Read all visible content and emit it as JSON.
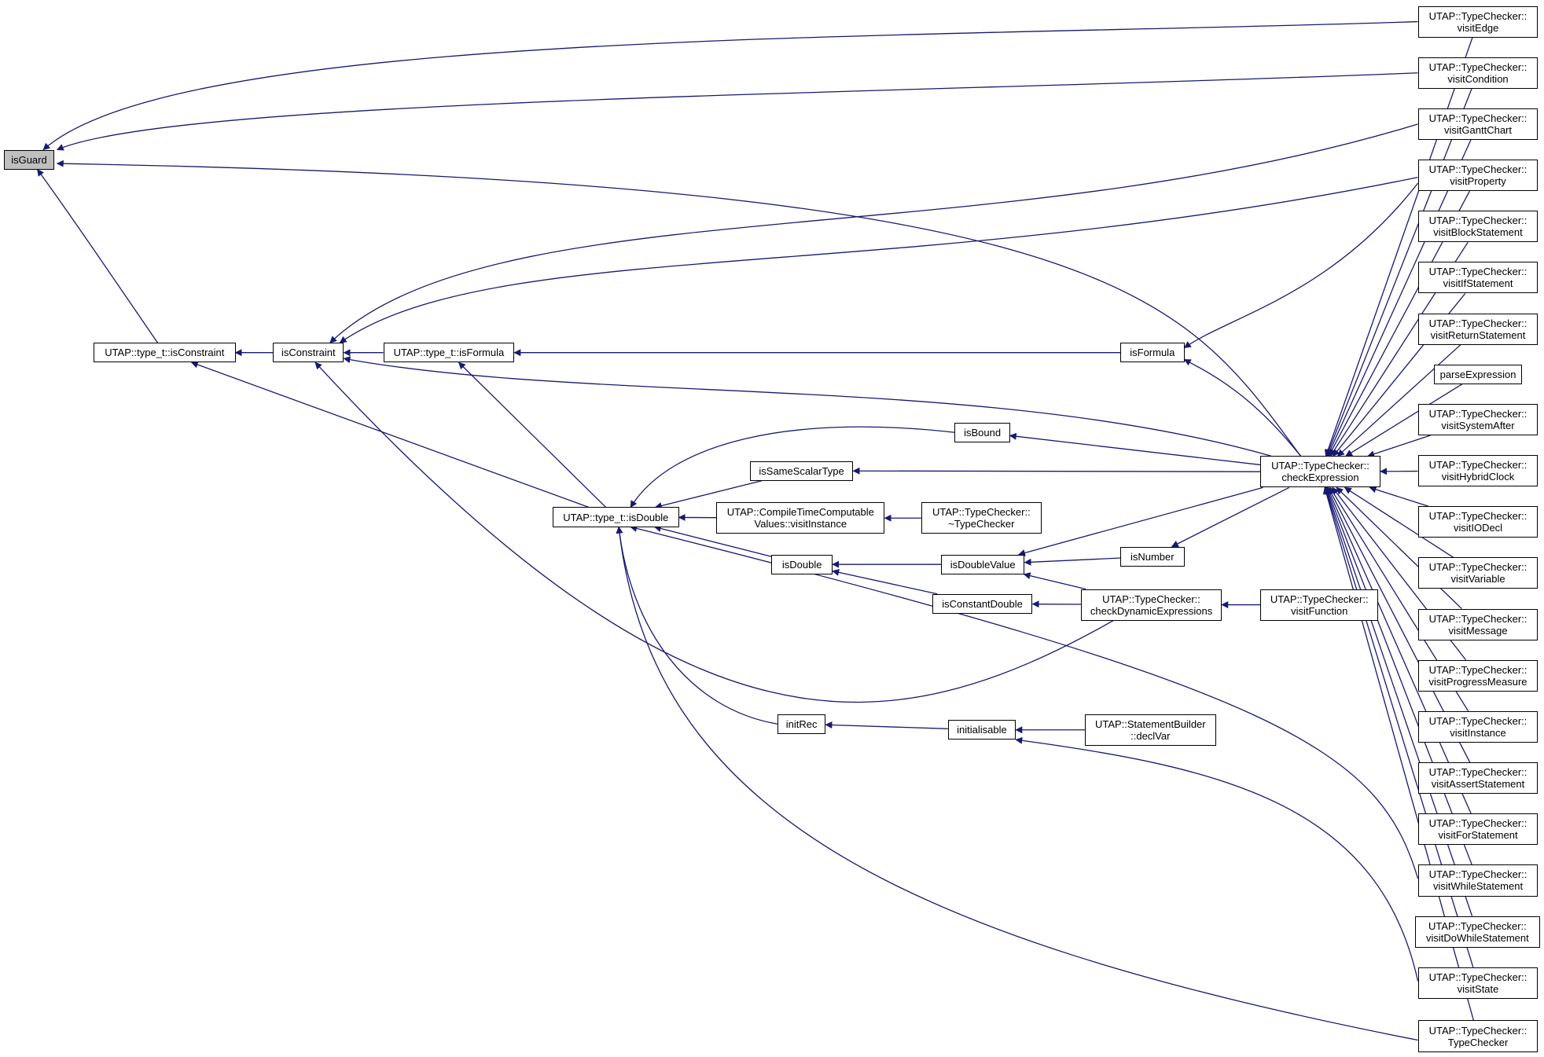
{
  "graph": {
    "nodes": [
      {
        "id": "isGuard",
        "lines": [
          "isGuard"
        ],
        "root": true
      },
      {
        "id": "type_isConstraint",
        "lines": [
          "UTAP::type_t::isConstraint"
        ]
      },
      {
        "id": "isConstraint",
        "lines": [
          "isConstraint"
        ]
      },
      {
        "id": "type_isFormula",
        "lines": [
          "UTAP::type_t::isFormula"
        ]
      },
      {
        "id": "isFormula",
        "lines": [
          "isFormula"
        ]
      },
      {
        "id": "type_isDouble",
        "lines": [
          "UTAP::type_t::isDouble"
        ]
      },
      {
        "id": "isBound",
        "lines": [
          "isBound"
        ]
      },
      {
        "id": "isSameScalarType",
        "lines": [
          "isSameScalarType"
        ]
      },
      {
        "id": "ctcv_visitInstance",
        "lines": [
          "UTAP::CompileTimeComputable",
          "Values::visitInstance"
        ]
      },
      {
        "id": "tc_dtor",
        "lines": [
          "UTAP::TypeChecker::",
          "~TypeChecker"
        ]
      },
      {
        "id": "isDouble",
        "lines": [
          "isDouble"
        ]
      },
      {
        "id": "isDoubleValue",
        "lines": [
          "isDoubleValue"
        ]
      },
      {
        "id": "isNumber",
        "lines": [
          "isNumber"
        ]
      },
      {
        "id": "isConstantDouble",
        "lines": [
          "isConstantDouble"
        ]
      },
      {
        "id": "tc_checkDynamicExpressions",
        "lines": [
          "UTAP::TypeChecker::",
          "checkDynamicExpressions"
        ]
      },
      {
        "id": "tc_visitFunction",
        "lines": [
          "UTAP::TypeChecker::",
          "visitFunction"
        ]
      },
      {
        "id": "initRec",
        "lines": [
          "initRec"
        ]
      },
      {
        "id": "initialisable",
        "lines": [
          "initialisable"
        ]
      },
      {
        "id": "sb_declVar",
        "lines": [
          "UTAP::StatementBuilder",
          "::declVar"
        ]
      },
      {
        "id": "tc_checkExpression",
        "lines": [
          "UTAP::TypeChecker::",
          "checkExpression"
        ]
      },
      {
        "id": "tc_visitEdge",
        "lines": [
          "UTAP::TypeChecker::",
          "visitEdge"
        ]
      },
      {
        "id": "tc_visitCondition",
        "lines": [
          "UTAP::TypeChecker::",
          "visitCondition"
        ]
      },
      {
        "id": "tc_visitGanttChart",
        "lines": [
          "UTAP::TypeChecker::",
          "visitGanttChart"
        ]
      },
      {
        "id": "tc_visitProperty",
        "lines": [
          "UTAP::TypeChecker::",
          "visitProperty"
        ]
      },
      {
        "id": "tc_visitBlockStatement",
        "lines": [
          "UTAP::TypeChecker::",
          "visitBlockStatement"
        ]
      },
      {
        "id": "tc_visitIfStatement",
        "lines": [
          "UTAP::TypeChecker::",
          "visitIfStatement"
        ]
      },
      {
        "id": "tc_visitReturnStatement",
        "lines": [
          "UTAP::TypeChecker::",
          "visitReturnStatement"
        ]
      },
      {
        "id": "parseExpression",
        "lines": [
          "parseExpression"
        ]
      },
      {
        "id": "tc_visitSystemAfter",
        "lines": [
          "UTAP::TypeChecker::",
          "visitSystemAfter"
        ]
      },
      {
        "id": "tc_visitHybridClock",
        "lines": [
          "UTAP::TypeChecker::",
          "visitHybridClock"
        ]
      },
      {
        "id": "tc_visitIODecl",
        "lines": [
          "UTAP::TypeChecker::",
          "visitIODecl"
        ]
      },
      {
        "id": "tc_visitVariable",
        "lines": [
          "UTAP::TypeChecker::",
          "visitVariable"
        ]
      },
      {
        "id": "tc_visitMessage",
        "lines": [
          "UTAP::TypeChecker::",
          "visitMessage"
        ]
      },
      {
        "id": "tc_visitProgressMeasure",
        "lines": [
          "UTAP::TypeChecker::",
          "visitProgressMeasure"
        ]
      },
      {
        "id": "tc_visitInstance",
        "lines": [
          "UTAP::TypeChecker::",
          "visitInstance"
        ]
      },
      {
        "id": "tc_visitAssertStatement",
        "lines": [
          "UTAP::TypeChecker::",
          "visitAssertStatement"
        ]
      },
      {
        "id": "tc_visitForStatement",
        "lines": [
          "UTAP::TypeChecker::",
          "visitForStatement"
        ]
      },
      {
        "id": "tc_visitWhileStatement",
        "lines": [
          "UTAP::TypeChecker::",
          "visitWhileStatement"
        ]
      },
      {
        "id": "tc_visitDoWhileStatement",
        "lines": [
          "UTAP::TypeChecker::",
          "visitDoWhileStatement"
        ]
      },
      {
        "id": "tc_visitState",
        "lines": [
          "UTAP::TypeChecker::",
          "visitState"
        ]
      },
      {
        "id": "tc_ctor",
        "lines": [
          "UTAP::TypeChecker::",
          "TypeChecker"
        ]
      }
    ],
    "edges": [
      {
        "from": "tc_visitEdge",
        "to": "isGuard"
      },
      {
        "from": "tc_visitCondition",
        "to": "isGuard"
      },
      {
        "from": "tc_checkExpression",
        "to": "isGuard"
      },
      {
        "from": "type_isConstraint",
        "to": "isGuard"
      },
      {
        "from": "isConstraint",
        "to": "type_isConstraint"
      },
      {
        "from": "type_isDouble",
        "to": "type_isConstraint"
      },
      {
        "from": "type_isFormula",
        "to": "isConstraint"
      },
      {
        "from": "tc_visitGanttChart",
        "to": "isConstraint"
      },
      {
        "from": "tc_visitProperty",
        "to": "isConstraint"
      },
      {
        "from": "tc_checkExpression",
        "to": "isConstraint"
      },
      {
        "from": "tc_checkDynamicExpressions",
        "to": "isConstraint"
      },
      {
        "from": "isFormula",
        "to": "type_isFormula"
      },
      {
        "from": "type_isDouble",
        "to": "type_isFormula"
      },
      {
        "from": "tc_visitProperty",
        "to": "isFormula"
      },
      {
        "from": "tc_checkExpression",
        "to": "isFormula"
      },
      {
        "from": "isBound",
        "to": "type_isDouble"
      },
      {
        "from": "isSameScalarType",
        "to": "type_isDouble"
      },
      {
        "from": "ctcv_visitInstance",
        "to": "type_isDouble"
      },
      {
        "from": "isDouble",
        "to": "type_isDouble"
      },
      {
        "from": "initRec",
        "to": "type_isDouble"
      },
      {
        "from": "tc_visitWhileStatement",
        "to": "type_isDouble"
      },
      {
        "from": "tc_ctor",
        "to": "type_isDouble"
      },
      {
        "from": "tc_checkExpression",
        "to": "isBound"
      },
      {
        "from": "tc_checkExpression",
        "to": "isSameScalarType"
      },
      {
        "from": "tc_dtor",
        "to": "ctcv_visitInstance"
      },
      {
        "from": "isDoubleValue",
        "to": "isDouble"
      },
      {
        "from": "isConstantDouble",
        "to": "isDouble"
      },
      {
        "from": "isNumber",
        "to": "isDoubleValue"
      },
      {
        "from": "tc_checkExpression",
        "to": "isDoubleValue"
      },
      {
        "from": "tc_checkDynamicExpressions",
        "to": "isDoubleValue"
      },
      {
        "from": "tc_checkExpression",
        "to": "isNumber"
      },
      {
        "from": "tc_checkDynamicExpressions",
        "to": "isConstantDouble"
      },
      {
        "from": "tc_visitFunction",
        "to": "tc_checkDynamicExpressions"
      },
      {
        "from": "initialisable",
        "to": "initRec"
      },
      {
        "from": "sb_declVar",
        "to": "initialisable"
      },
      {
        "from": "tc_visitState",
        "to": "initialisable"
      },
      {
        "from": "tc_visitEdge",
        "to": "tc_checkExpression"
      },
      {
        "from": "tc_visitCondition",
        "to": "tc_checkExpression"
      },
      {
        "from": "tc_visitGanttChart",
        "to": "tc_checkExpression"
      },
      {
        "from": "tc_visitProperty",
        "to": "tc_checkExpression"
      },
      {
        "from": "tc_visitBlockStatement",
        "to": "tc_checkExpression"
      },
      {
        "from": "tc_visitIfStatement",
        "to": "tc_checkExpression"
      },
      {
        "from": "tc_visitReturnStatement",
        "to": "tc_checkExpression"
      },
      {
        "from": "parseExpression",
        "to": "tc_checkExpression"
      },
      {
        "from": "tc_visitSystemAfter",
        "to": "tc_checkExpression"
      },
      {
        "from": "tc_visitHybridClock",
        "to": "tc_checkExpression"
      },
      {
        "from": "tc_visitIODecl",
        "to": "tc_checkExpression"
      },
      {
        "from": "tc_visitVariable",
        "to": "tc_checkExpression"
      },
      {
        "from": "tc_visitMessage",
        "to": "tc_checkExpression"
      },
      {
        "from": "tc_visitProgressMeasure",
        "to": "tc_checkExpression"
      },
      {
        "from": "tc_visitInstance",
        "to": "tc_checkExpression"
      },
      {
        "from": "tc_visitAssertStatement",
        "to": "tc_checkExpression"
      },
      {
        "from": "tc_visitForStatement",
        "to": "tc_checkExpression"
      },
      {
        "from": "tc_visitWhileStatement",
        "to": "tc_checkExpression"
      },
      {
        "from": "tc_visitDoWhileStatement",
        "to": "tc_checkExpression"
      },
      {
        "from": "tc_visitState",
        "to": "tc_checkExpression"
      },
      {
        "from": "tc_ctor",
        "to": "tc_checkExpression"
      }
    ]
  },
  "colors": {
    "edge": "#191970",
    "root_fill": "#bfbfbf",
    "node_border": "#000000",
    "node_fill": "#ffffff"
  }
}
